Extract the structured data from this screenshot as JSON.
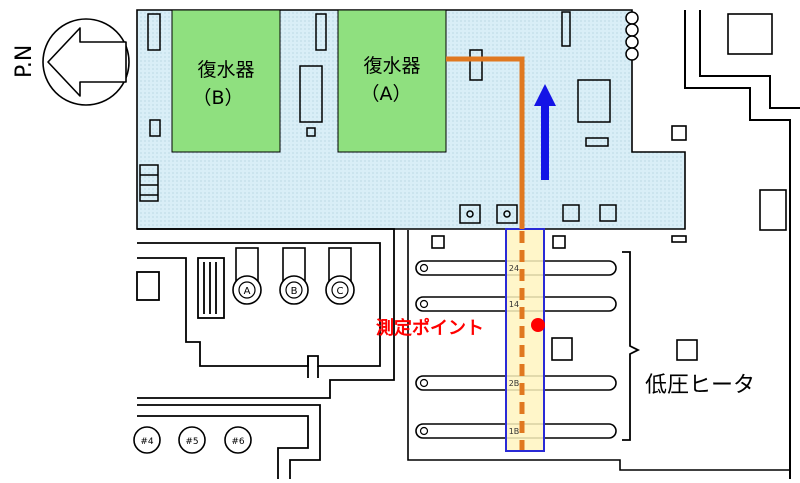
{
  "north_label": "P.N",
  "condenser_a": {
    "line1": "復水器",
    "line2": "（A）"
  },
  "condenser_b": {
    "line1": "復水器",
    "line2": "（B）"
  },
  "measurement_point_label": "測定ポイント",
  "heater_group_label": "低圧ヒータ",
  "pump_labels": [
    "A",
    "B",
    "C"
  ],
  "small_pump_labels": [
    "#4",
    "#5",
    "#6"
  ],
  "heater_row_labels": [
    "24",
    "14",
    "2B",
    "1B"
  ],
  "colors": {
    "floor_area": "#d9eef7",
    "condenser": "#8fe07f",
    "pipe": "#e07820",
    "flow_arrow": "#1414e6",
    "measure_point": "#ff0000",
    "highlight_fill": "#fff4c0",
    "highlight_border": "#2a2ad6"
  },
  "icons": {
    "north": "north-arrow-icon",
    "flow": "flow-arrow-icon"
  }
}
